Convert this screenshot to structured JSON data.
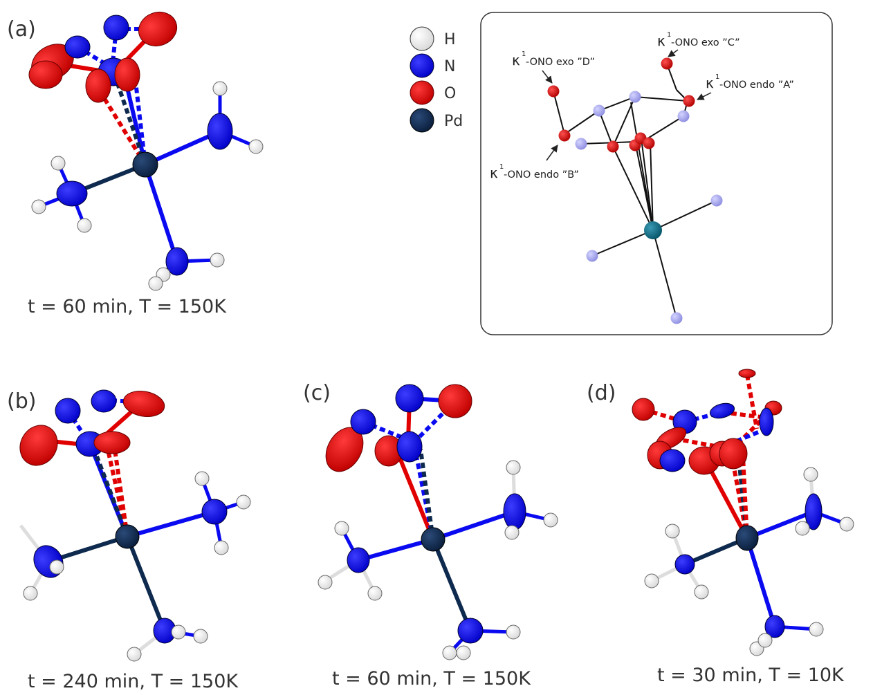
{
  "panels": {
    "a": {
      "label": "(a)",
      "caption": "t = 60 min, T = 150K"
    },
    "b": {
      "label": "(b)",
      "caption": "t = 240 min, T = 150K"
    },
    "c": {
      "label": "(c)",
      "caption": "t = 60 min, T = 150K"
    },
    "d": {
      "label": "(d)",
      "caption": "t = 30 min, T = 10K"
    }
  },
  "legend": [
    {
      "symbol": "H",
      "color": "#ececec"
    },
    {
      "symbol": "N",
      "color": "#0a0af0"
    },
    {
      "symbol": "O",
      "color": "#e00000"
    },
    {
      "symbol": "Pd",
      "color": "#0e2a4e"
    }
  ],
  "inset": {
    "annotations": {
      "D": {
        "k": "κ",
        "sup": "1",
        "text": "-ONO exo ”D”"
      },
      "C": {
        "k": "κ",
        "sup": "1",
        "text": "-ONO exo ”C”"
      },
      "A": {
        "k": "κ",
        "sup": "1",
        "text": "-ONO endo ”A”"
      },
      "B": {
        "k": "κ",
        "sup": "1",
        "text": "-ONO endo ”B”"
      }
    }
  },
  "colors": {
    "H": "#ececec",
    "N": "#0a0af0",
    "O": "#e00000",
    "Pd": "#0e2a4e",
    "inset_N": "#a3a3ea",
    "inset_O": "#d40000",
    "inset_Pd": "#0a6a84"
  }
}
